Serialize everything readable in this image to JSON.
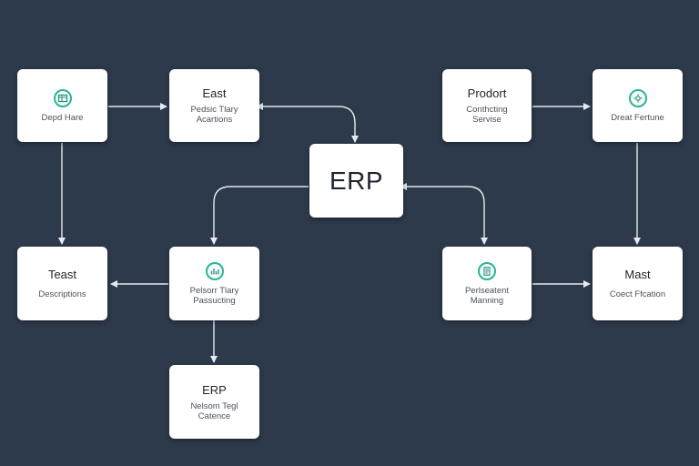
{
  "nodes": {
    "n1": {
      "title": "",
      "sub": "Depd Hare",
      "icon": "table-icon"
    },
    "n2": {
      "title": "East",
      "sub": "Pedsic Tlary\nAcartions"
    },
    "n3": {
      "title": "Prodort",
      "sub": "Conthcting\nServise"
    },
    "n4": {
      "title": "",
      "sub": "Dreat Fertune",
      "icon": "cloud-gear-icon"
    },
    "n5": {
      "title": "ERP",
      "sub": ""
    },
    "n6": {
      "title": "Teast",
      "sub": "Descriptions"
    },
    "n7": {
      "title": "",
      "sub": "Pelsorr Tlary\nPassucting",
      "icon": "chart-icon"
    },
    "n8": {
      "title": "",
      "sub": "Perlseatent\nManning",
      "icon": "document-icon"
    },
    "n9": {
      "title": "Mast",
      "sub": "Coect Ffcation"
    },
    "n10": {
      "title": "ERP",
      "sub": "Nelsom Tegl\nCatence"
    }
  },
  "colors": {
    "background": "#2d3a4b",
    "node": "#ffffff",
    "accent": "#2bb39a",
    "wire": "#e6eaef"
  }
}
